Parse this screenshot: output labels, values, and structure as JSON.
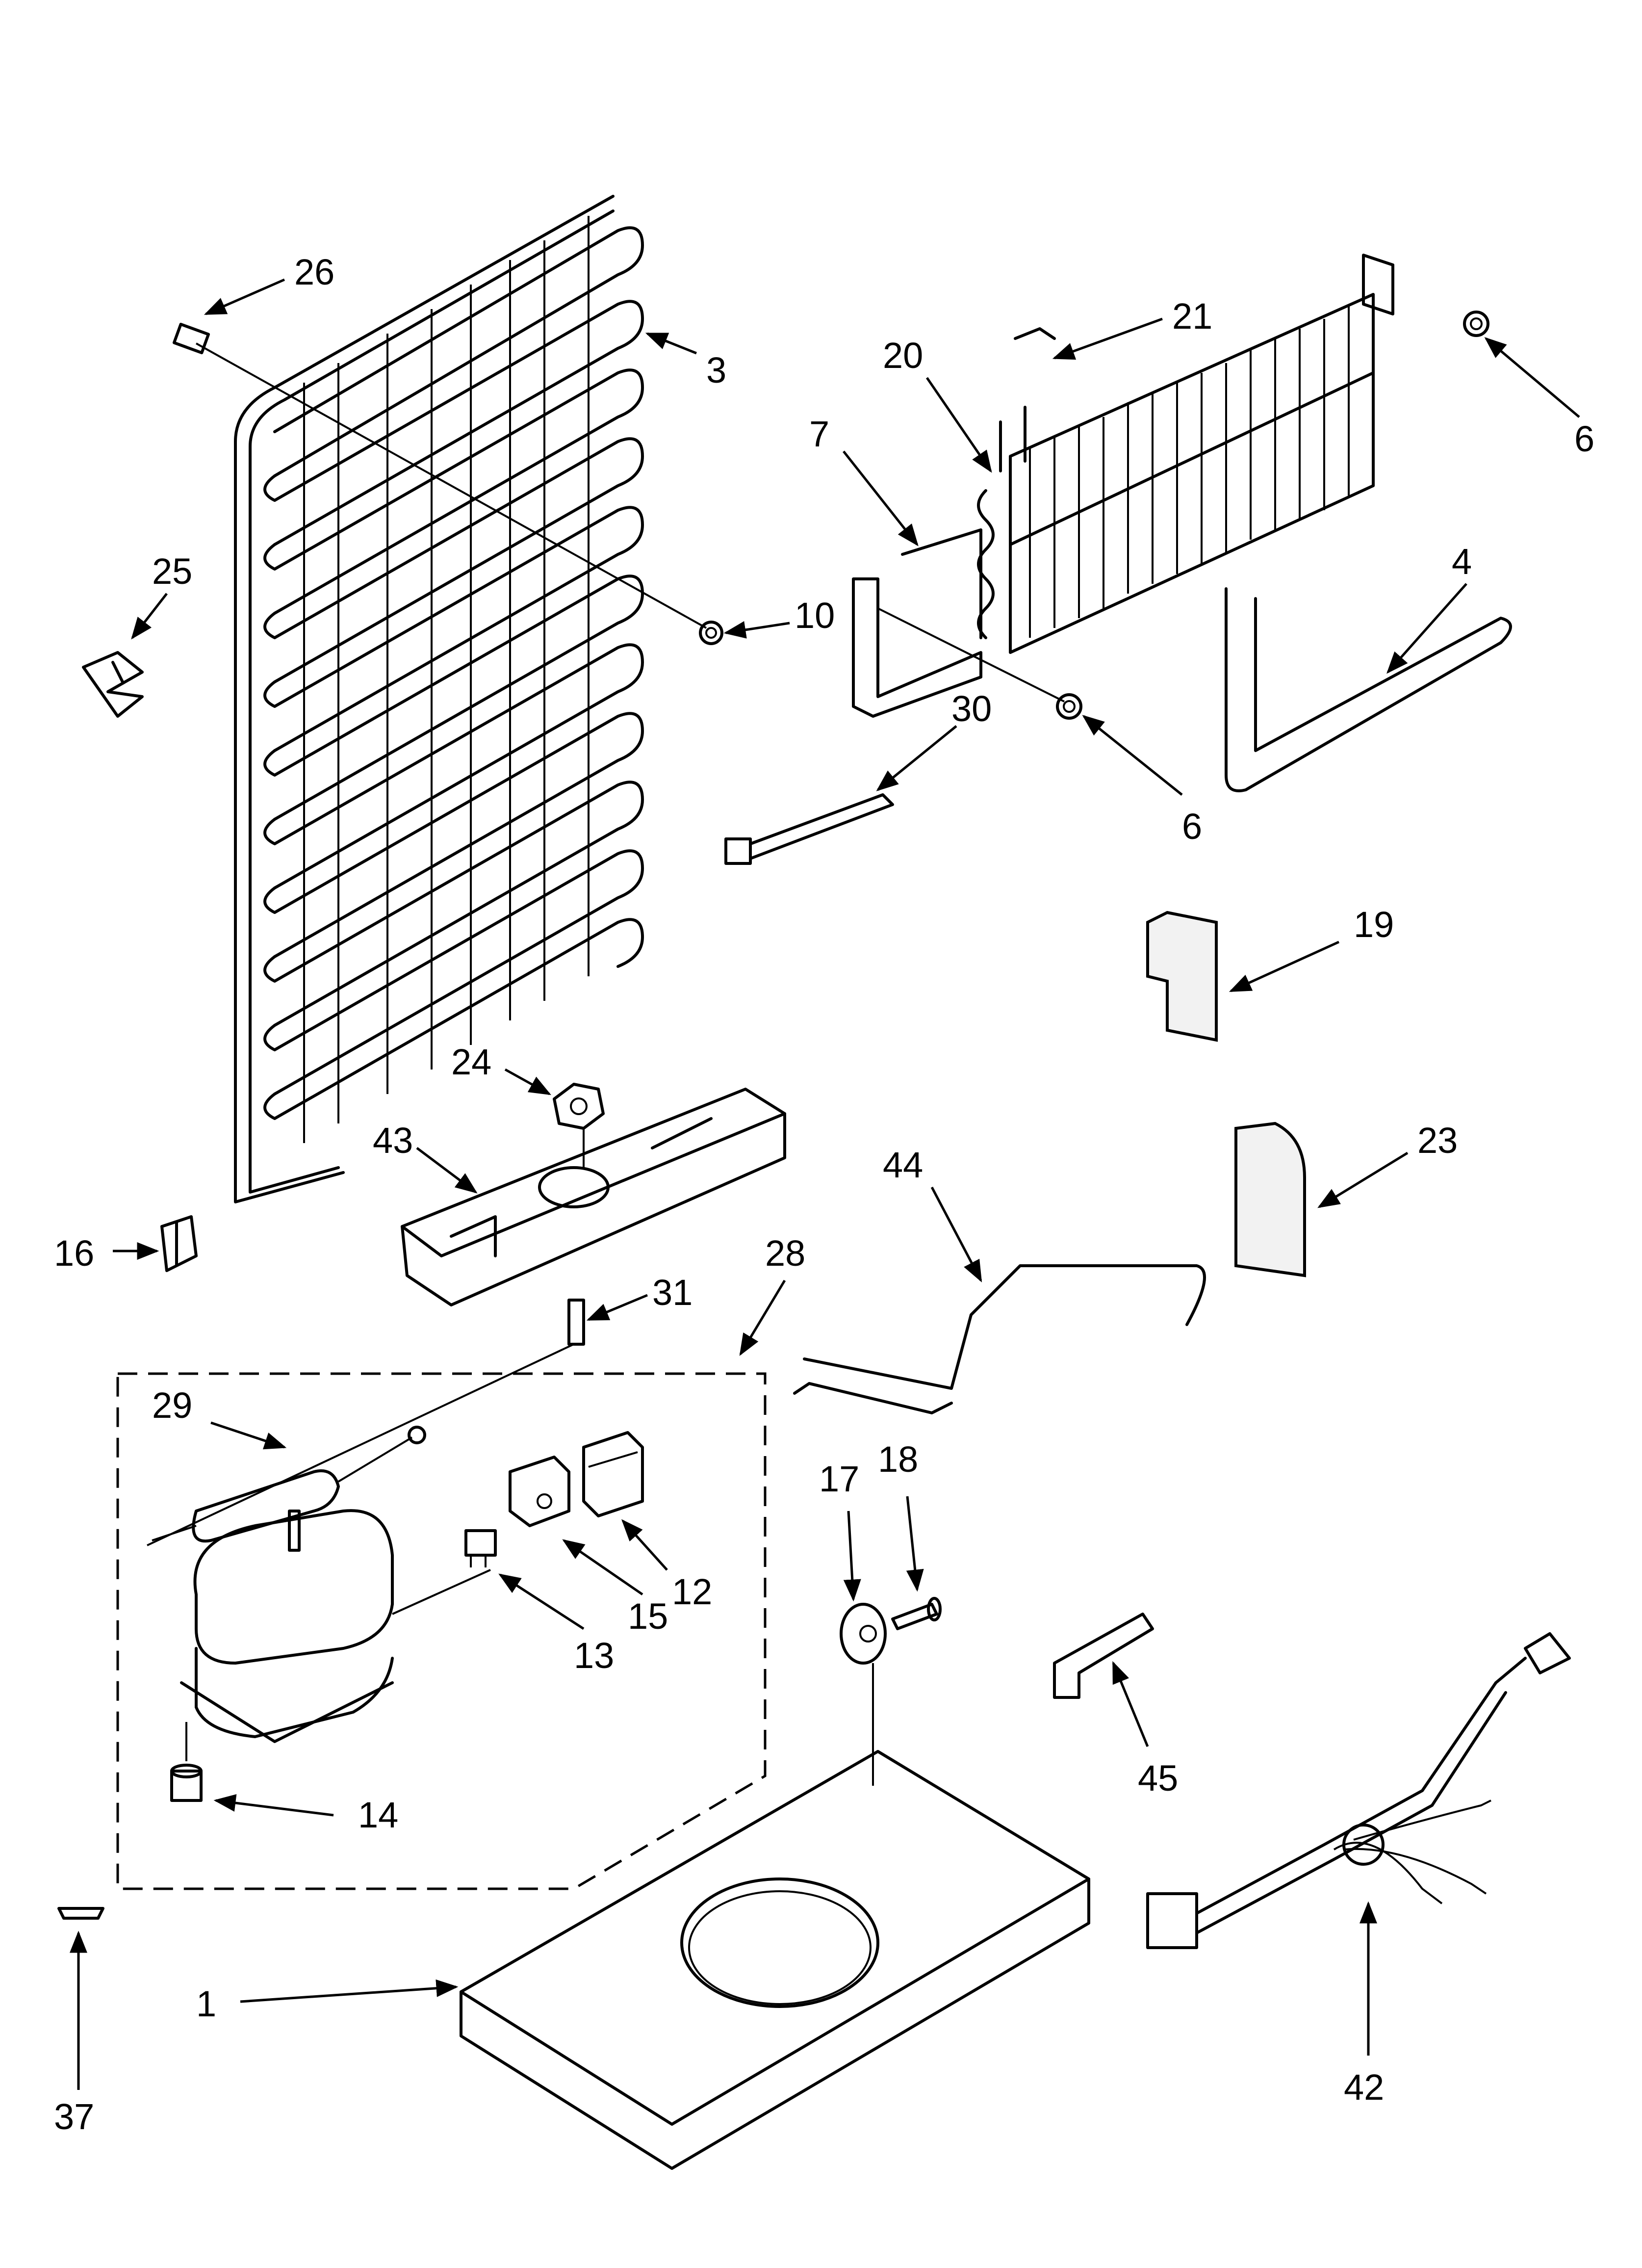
{
  "callouts": {
    "c26": "26",
    "c3": "3",
    "c25": "25",
    "c10": "10",
    "c16": "16",
    "c21": "21",
    "c20": "20",
    "c7": "7",
    "c6a": "6",
    "c4": "4",
    "c30": "30",
    "c6b": "6",
    "c19": "19",
    "c24": "24",
    "c43": "43",
    "c23": "23",
    "c44": "44",
    "c28": "28",
    "c31": "31",
    "c29": "29",
    "c18": "18",
    "c17": "17",
    "c12": "12",
    "c15": "15",
    "c13": "13",
    "c45": "45",
    "c14": "14",
    "c37": "37",
    "c1": "1",
    "c42": "42"
  }
}
